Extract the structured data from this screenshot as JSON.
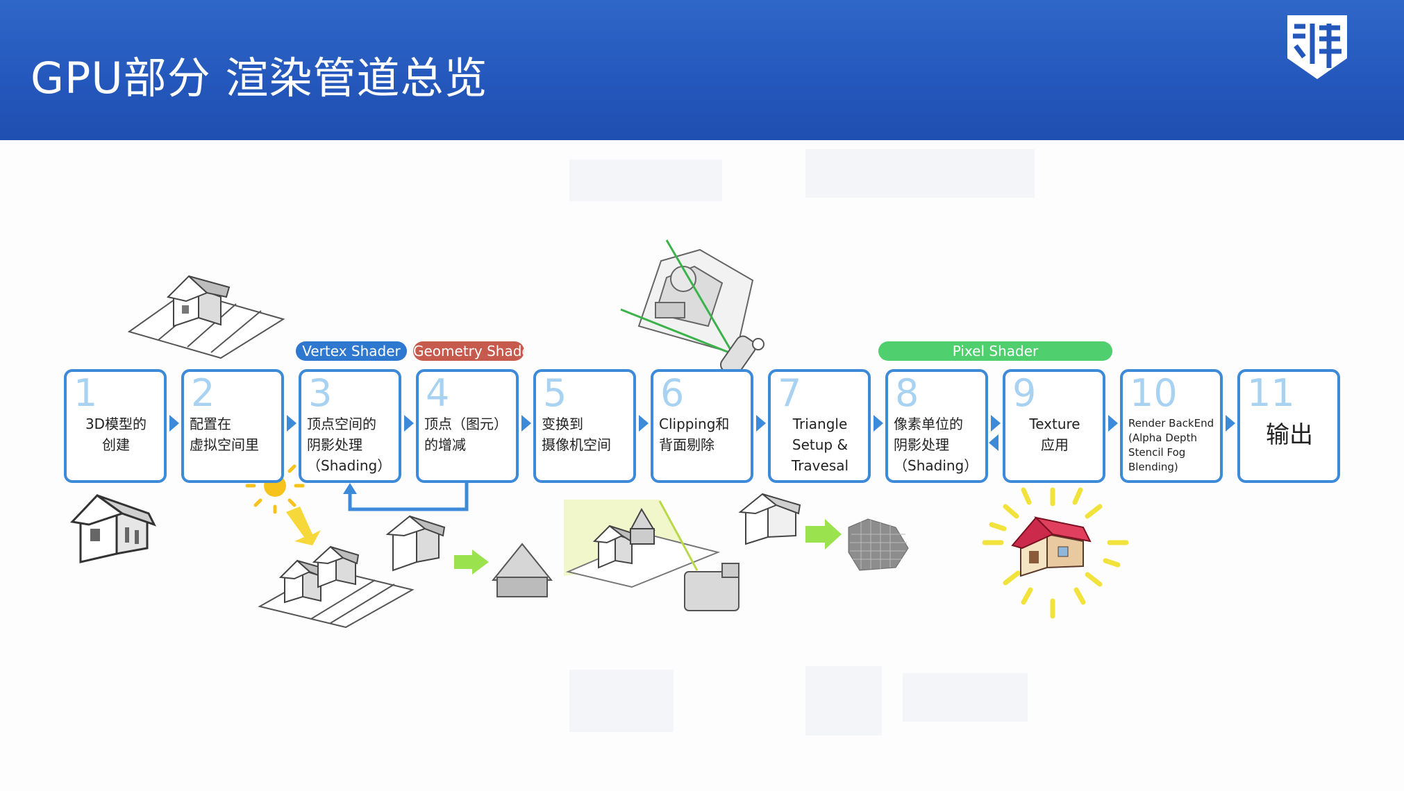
{
  "slide": {
    "title": "GPU部分 渲染管道总览",
    "logo_icon": "school-emblem-icon"
  },
  "colors": {
    "header_blue": "#2457bb",
    "stage_border": "#3d8ad9",
    "stage_number": "#a8d2f2",
    "vertex_shader": "#2f78d0",
    "geometry_shader": "#c65a4c",
    "pixel_shader": "#4fcf6d",
    "green_arrow": "#9be24f",
    "sun": "#f6c21c",
    "red_roof": "#cc2a4a"
  },
  "shader_groups": [
    {
      "label": "Vertex Shader",
      "color": "#2f78d0",
      "spans": [
        3
      ]
    },
    {
      "label": "Geometry Shader",
      "color": "#c65a4c",
      "spans": [
        4
      ]
    },
    {
      "label": "Pixel Shader",
      "color": "#4fcf6d",
      "spans": [
        8,
        9
      ]
    }
  ],
  "stages": [
    {
      "num": "1",
      "label": "3D模型的\n创建"
    },
    {
      "num": "2",
      "label": "配置在\n虚拟空间里"
    },
    {
      "num": "3",
      "label": "顶点空间的\n阴影处理\n（Shading）"
    },
    {
      "num": "4",
      "label": "顶点（图元）\n的增减"
    },
    {
      "num": "5",
      "label": "变换到\n摄像机空间"
    },
    {
      "num": "6",
      "label": "Clipping和\n背面剔除"
    },
    {
      "num": "7",
      "label": "Triangle\nSetup &\nTravesal"
    },
    {
      "num": "8",
      "label": "像素单位的\n阴影处理\n（Shading）"
    },
    {
      "num": "9",
      "label": "Texture\n应用"
    },
    {
      "num": "10",
      "label": "Render BackEnd\n(Alpha Depth\nStencil Fog\nBlending)"
    },
    {
      "num": "11",
      "label": "输出"
    }
  ],
  "illustrations": [
    "house-model-icon",
    "house-on-grid-icon",
    "sun-icon",
    "houses-on-grid-icon",
    "house-to-cone-icon",
    "camera-frustum-icon",
    "clipping-window-icon",
    "house-to-pixel-grid-icon",
    "glowing-textured-house-icon"
  ]
}
